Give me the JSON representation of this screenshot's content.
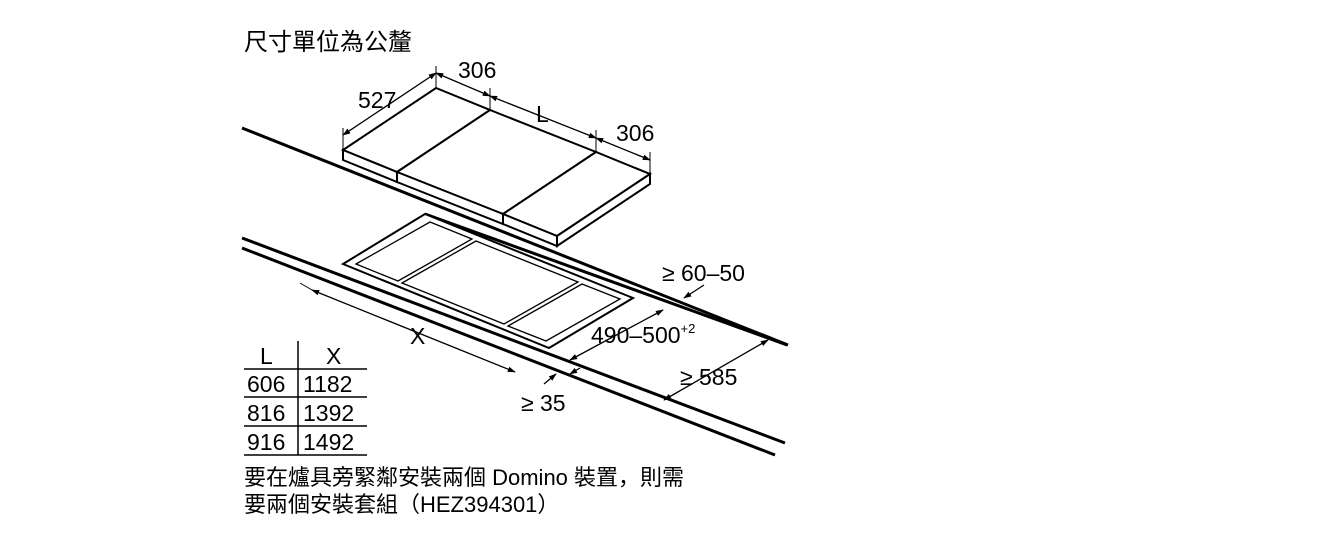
{
  "header": {
    "unit_note": "尺寸單位為公釐"
  },
  "top_view": {
    "depth": "527",
    "left_width": "306",
    "middle_width": "L",
    "right_width": "306"
  },
  "cutout": {
    "clearance_back": "≥ 60–50",
    "cutout_depth": "490–500",
    "cutout_depth_tolerance": "+2",
    "cutout_width": "X",
    "worktop_depth": "≥ 585",
    "clearance_front": "≥ 35"
  },
  "table": {
    "headers": [
      "L",
      "X"
    ],
    "rows": [
      [
        "606",
        "1182"
      ],
      [
        "816",
        "1392"
      ],
      [
        "916",
        "1492"
      ]
    ]
  },
  "footer": {
    "note_line1": "要在爐具旁緊鄰安裝兩個 Domino 裝置，則需",
    "note_line2": "要兩個安裝套組（HEZ394301）"
  }
}
